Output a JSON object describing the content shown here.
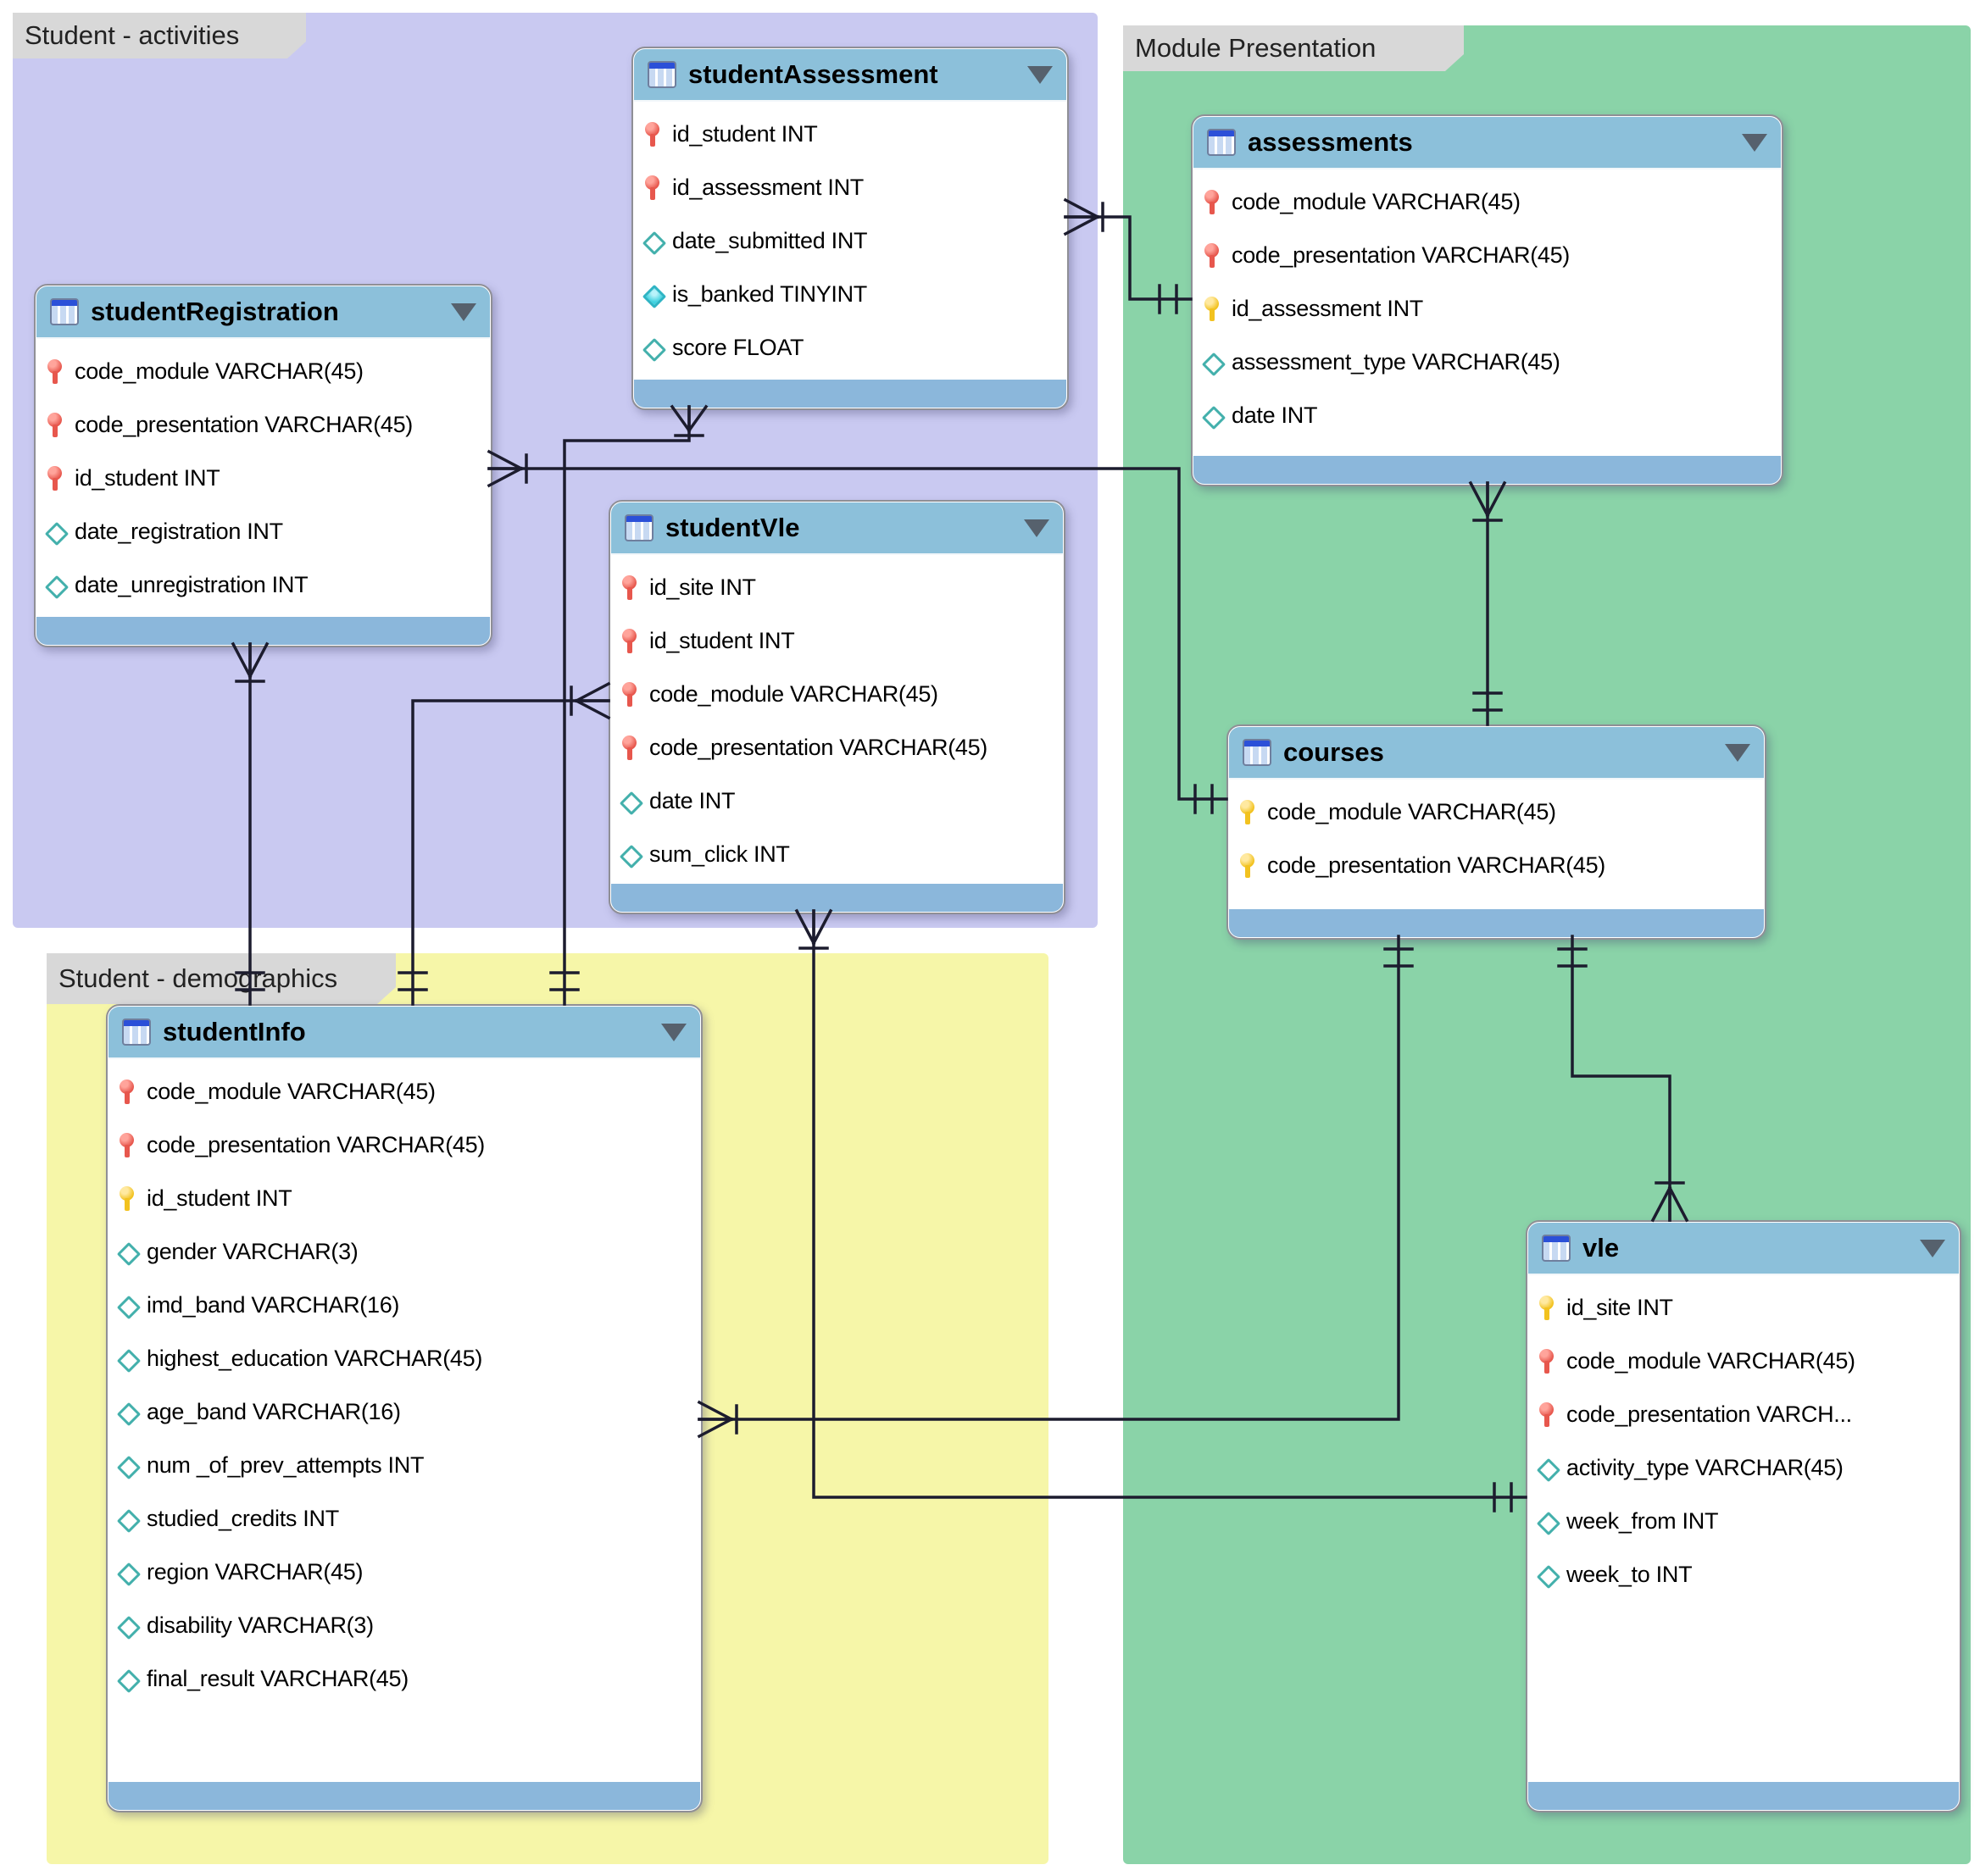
{
  "regions": [
    {
      "label": "Student - activities"
    },
    {
      "label": "Module Presentation"
    },
    {
      "label": "Student - demographics"
    }
  ],
  "tables": [
    {
      "name": "studentAssessment",
      "columns": [
        {
          "icon": "key-red",
          "text": "id_student INT"
        },
        {
          "icon": "key-red",
          "text": "id_assessment INT"
        },
        {
          "icon": "diamond-open",
          "text": "date_submitted INT"
        },
        {
          "icon": "diamond-filled",
          "text": "is_banked TINYINT"
        },
        {
          "icon": "diamond-open",
          "text": "score FLOAT"
        }
      ]
    },
    {
      "name": "studentRegistration",
      "columns": [
        {
          "icon": "key-red",
          "text": "code_module VARCHAR(45)"
        },
        {
          "icon": "key-red",
          "text": "code_presentation VARCHAR(45)"
        },
        {
          "icon": "key-red",
          "text": "id_student INT"
        },
        {
          "icon": "diamond-open",
          "text": "date_registration INT"
        },
        {
          "icon": "diamond-open",
          "text": "date_unregistration INT"
        }
      ]
    },
    {
      "name": "assessments",
      "columns": [
        {
          "icon": "key-red",
          "text": "code_module VARCHAR(45)"
        },
        {
          "icon": "key-red",
          "text": "code_presentation VARCHAR(45)"
        },
        {
          "icon": "key-yellow",
          "text": "id_assessment INT"
        },
        {
          "icon": "diamond-open",
          "text": "assessment_type VARCHAR(45)"
        },
        {
          "icon": "diamond-open",
          "text": "date INT"
        }
      ]
    },
    {
      "name": "studentVle",
      "columns": [
        {
          "icon": "key-red",
          "text": "id_site INT"
        },
        {
          "icon": "key-red",
          "text": "id_student INT"
        },
        {
          "icon": "key-red",
          "text": "code_module VARCHAR(45)"
        },
        {
          "icon": "key-red",
          "text": "code_presentation VARCHAR(45)"
        },
        {
          "icon": "diamond-open",
          "text": "date INT"
        },
        {
          "icon": "diamond-open",
          "text": "sum_click INT"
        }
      ]
    },
    {
      "name": "courses",
      "columns": [
        {
          "icon": "key-yellow",
          "text": "code_module VARCHAR(45)"
        },
        {
          "icon": "key-yellow",
          "text": "code_presentation VARCHAR(45)"
        }
      ]
    },
    {
      "name": "studentInfo",
      "columns": [
        {
          "icon": "key-red",
          "text": "code_module VARCHAR(45)"
        },
        {
          "icon": "key-red",
          "text": "code_presentation VARCHAR(45)"
        },
        {
          "icon": "key-yellow",
          "text": "id_student INT"
        },
        {
          "icon": "diamond-open",
          "text": "gender VARCHAR(3)"
        },
        {
          "icon": "diamond-open",
          "text": "imd_band VARCHAR(16)"
        },
        {
          "icon": "diamond-open",
          "text": "highest_education VARCHAR(45)"
        },
        {
          "icon": "diamond-open",
          "text": "age_band VARCHAR(16)"
        },
        {
          "icon": "diamond-open",
          "text": "num _of_prev_attempts INT"
        },
        {
          "icon": "diamond-open",
          "text": "studied_credits INT"
        },
        {
          "icon": "diamond-open",
          "text": "region VARCHAR(45)"
        },
        {
          "icon": "diamond-open",
          "text": "disability VARCHAR(3)"
        },
        {
          "icon": "diamond-open",
          "text": "final_result VARCHAR(45)"
        }
      ]
    },
    {
      "name": "vle",
      "columns": [
        {
          "icon": "key-yellow",
          "text": "id_site INT"
        },
        {
          "icon": "key-red",
          "text": "code_module VARCHAR(45)"
        },
        {
          "icon": "key-red",
          "text": "code_presentation VARCH..."
        },
        {
          "icon": "diamond-open",
          "text": "activity_type VARCHAR(45)"
        },
        {
          "icon": "diamond-open",
          "text": "week_from INT"
        },
        {
          "icon": "diamond-open",
          "text": "week_to INT"
        }
      ]
    }
  ],
  "relationships": [
    {
      "from": "studentAssessment",
      "from_cardinality": "many",
      "to": "assessments",
      "to_cardinality": "one"
    },
    {
      "from": "studentAssessment",
      "from_cardinality": "many",
      "to": "studentInfo",
      "to_cardinality": "one"
    },
    {
      "from": "studentRegistration",
      "from_cardinality": "many",
      "to": "courses",
      "to_cardinality": "one"
    },
    {
      "from": "studentRegistration",
      "from_cardinality": "many",
      "to": "studentInfo",
      "to_cardinality": "one"
    },
    {
      "from": "studentVle",
      "from_cardinality": "many",
      "to": "studentInfo",
      "to_cardinality": "one"
    },
    {
      "from": "studentVle",
      "from_cardinality": "many",
      "to": "vle",
      "to_cardinality": "one"
    },
    {
      "from": "assessments",
      "from_cardinality": "many",
      "to": "courses",
      "to_cardinality": "one"
    },
    {
      "from": "studentInfo",
      "from_cardinality": "many",
      "to": "courses",
      "to_cardinality": "one"
    },
    {
      "from": "vle",
      "from_cardinality": "many",
      "to": "courses",
      "to_cardinality": "one"
    }
  ],
  "colors": {
    "region_activities": "#c9c9f1",
    "region_module": "#8ad3a8",
    "region_demographics": "#f6f6a8",
    "region_tab": "#d8d8d8",
    "table_header": "#8cc0da",
    "table_footer": "#8bb7db",
    "key_primary": "#f2c21f",
    "key_foreign": "#e7574d",
    "attr_teal": "#43b0ac",
    "attr_filled": "#3fd2e0",
    "line": "#1c1c2e"
  }
}
